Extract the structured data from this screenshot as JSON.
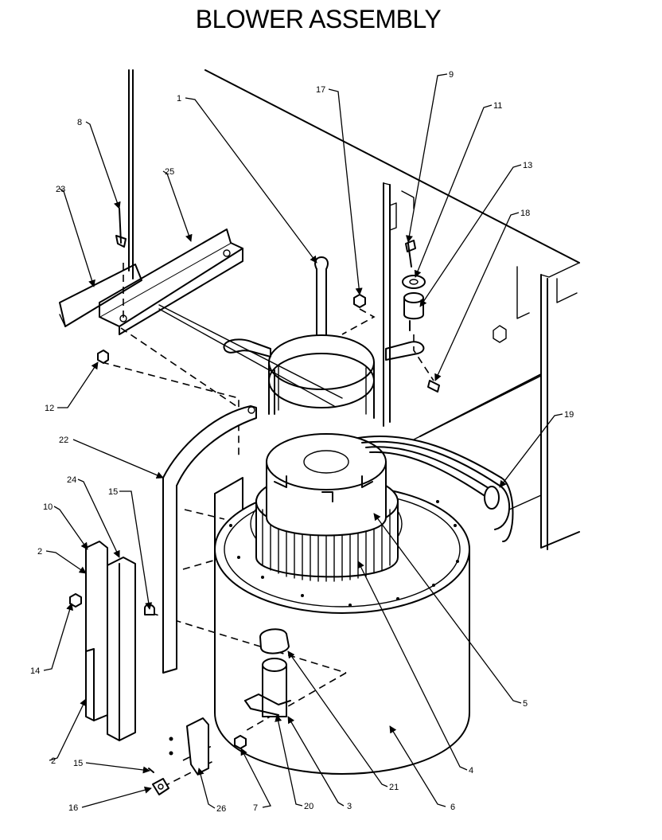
{
  "diagram": {
    "title": "BLOWER ASSEMBLY",
    "callouts": [
      "1",
      "2",
      "2",
      "3",
      "4",
      "5",
      "6",
      "7",
      "8",
      "9",
      "10",
      "11",
      "12",
      "13",
      "14",
      "15",
      "15",
      "16",
      "17",
      "18",
      "19",
      "20",
      "21",
      "22",
      "23",
      "24",
      "25",
      "26"
    ]
  }
}
